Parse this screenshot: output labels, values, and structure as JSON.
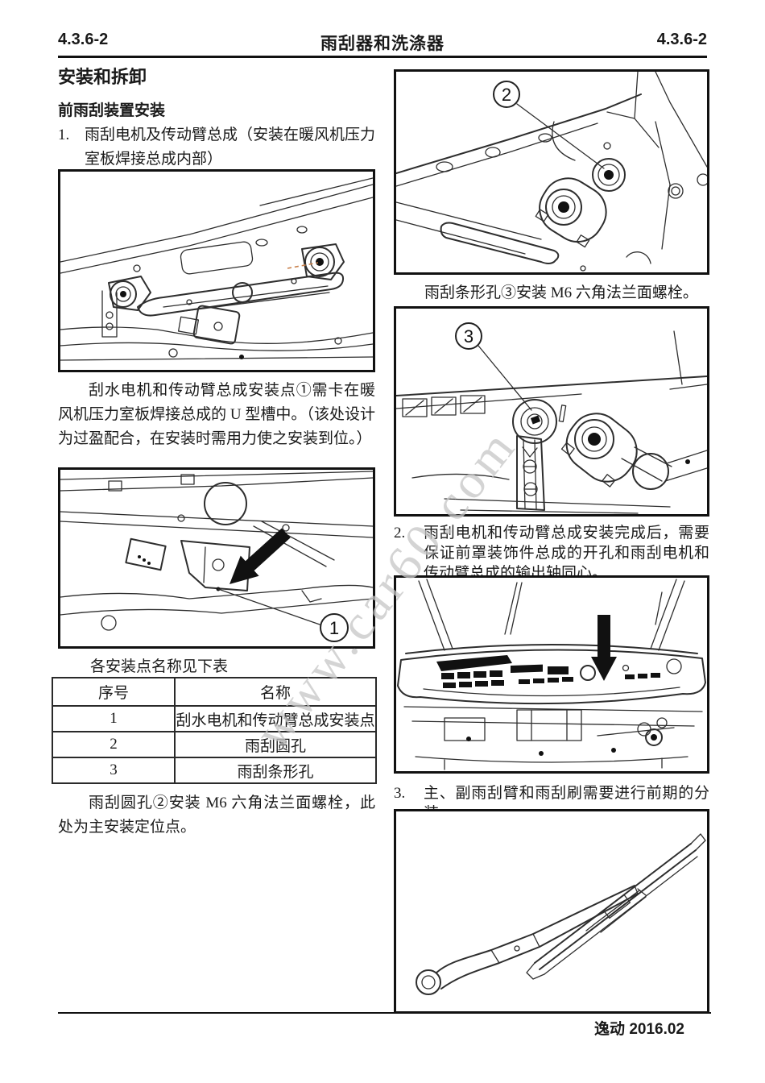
{
  "header": {
    "page_left": "4.3.6-2",
    "title": "雨刮器和洗涤器",
    "page_right": "4.3.6-2"
  },
  "headings": {
    "main": "安装和拆卸",
    "sub": "前雨刮装置安装"
  },
  "steps": {
    "step1_num": "1.",
    "step1_text": "雨刮电机及传动臂总成（安装在暖风机压力室板焊接总成内部）",
    "step2_num": "2.",
    "step2_text": "雨刮电机和传动臂总成安装完成后，需要保证前罩装饰件总成的开孔和雨刮电机和传动臂总成的输出轴同心。",
    "step3_num": "3.",
    "step3_text": "主、副雨刮臂和雨刮刷需要进行前期的分装。"
  },
  "paragraphs": {
    "install_point_note": "刮水电机和传动臂总成安装点①需卡在暖风机压力室板焊接总成的 U 型槽中。（该处设计为过盈配合，在安装时需用力使之安装到位。）",
    "round_hole_note": "雨刮圆孔②安装 M6 六角法兰面螺栓，此处为主安装定位点。",
    "strip_hole_note": "雨刮条形孔③安装 M6 六角法兰面螺栓。",
    "table_caption": "各安装点名称见下表"
  },
  "table": {
    "headers": [
      "序号",
      "名称"
    ],
    "rows": [
      [
        "1",
        "刮水电机和传动臂总成安装点"
      ],
      [
        "2",
        "雨刮圆孔"
      ],
      [
        "3",
        "雨刮条形孔"
      ]
    ]
  },
  "callouts": {
    "c1": "1",
    "c2": "2",
    "c3": "3"
  },
  "footer": {
    "model": "逸动",
    "edition": "2016.02"
  },
  "watermark": {
    "text": "www.car60.com",
    "color": "#c6c6c6"
  }
}
